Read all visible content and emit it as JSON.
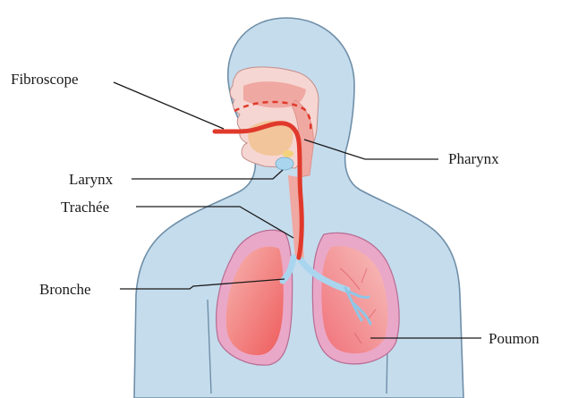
{
  "labels": {
    "fibroscope": "Fibroscope",
    "larynx": "Larynx",
    "trachee": "Trachée",
    "bronche": "Bronche",
    "pharynx": "Pharynx",
    "poumon": "Poumon"
  },
  "colors": {
    "body_fill": "#c5dced",
    "body_outline": "#6f8fa8",
    "tissue_pink": "#f3b9b4",
    "fibroscope_red": "#e0392b",
    "airway_blue": "#a9d6ee",
    "lung_outer": "#e8a6c8",
    "lung_inner": "#f06a6a"
  }
}
